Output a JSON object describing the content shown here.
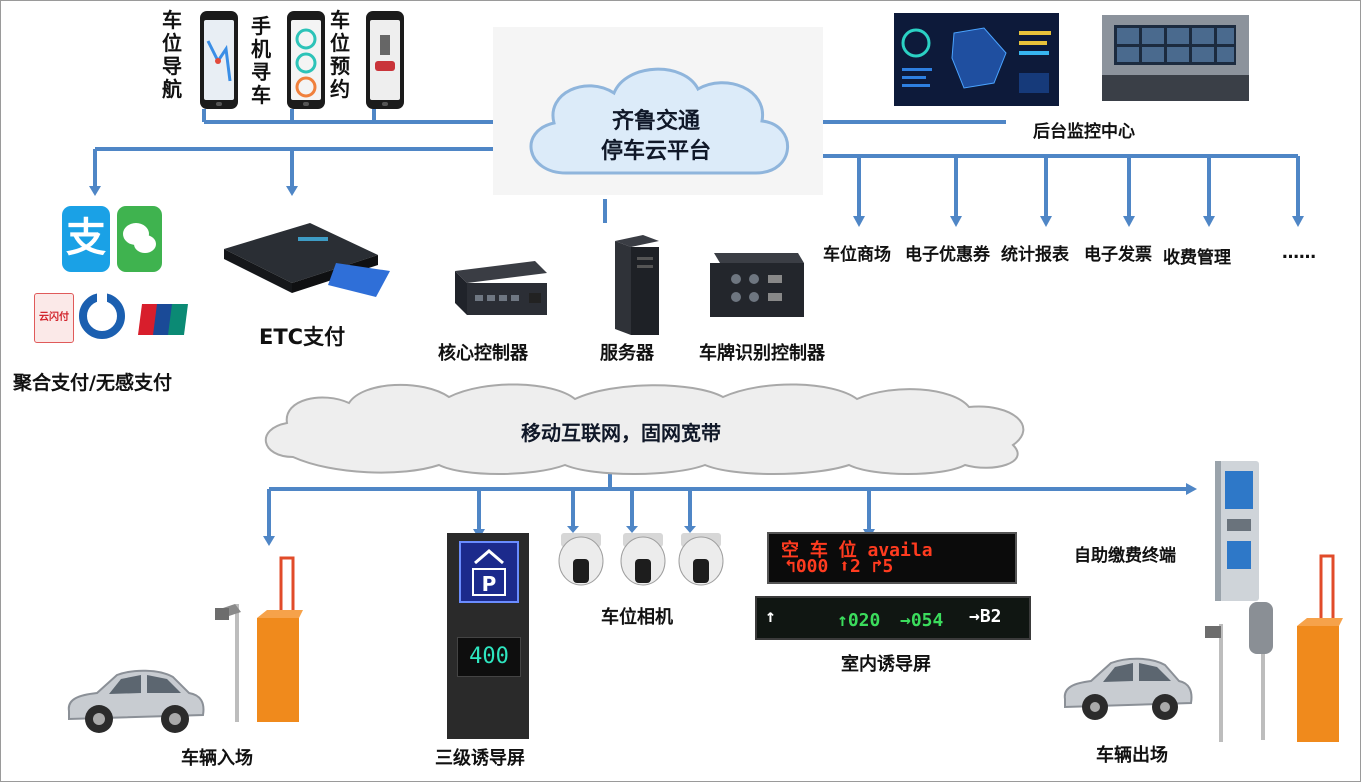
{
  "cloud_platform": {
    "line1": "齐鲁交通",
    "line2": "停车云平台"
  },
  "network_cloud": {
    "label": "移动互联网，固网宽带"
  },
  "apps": {
    "nav": "车位导航",
    "find_car": "手机寻车",
    "reserve": "车位预约"
  },
  "monitor_center": "后台监控中心",
  "services": [
    "车位商场",
    "电子优惠券",
    "统计报表",
    "电子发票",
    "收费管理",
    "……"
  ],
  "payment": {
    "aggregate": "聚合支付/无感支付",
    "etc": "ETC支付",
    "icon_alipay": "支",
    "icon_unionpay": "云闪付"
  },
  "devices": {
    "core_controller": "核心控制器",
    "server": "服务器",
    "plate_controller": "车牌识别控制器"
  },
  "field": {
    "entry": "车辆入场",
    "guide3": "三级诱导屏",
    "space_camera": "车位相机",
    "indoor_guide": "室内诱导屏",
    "self_pay": "自助缴费终端",
    "exit": "车辆出场"
  },
  "guide3_panel": {
    "count": "400"
  },
  "led_board": {
    "top_text": "空 车 位 availa",
    "bottom_text": "↰000 ⬆2   ↱5"
  },
  "indoor_board": {
    "left": "↑",
    "mid1": "↑020",
    "mid2": "→054",
    "right": "→B2"
  },
  "colors": {
    "wire": "#4f86c6",
    "cloud_fill": "#dcebf9",
    "net_cloud_fill": "#eeeeee",
    "barrier": "#f08a1c",
    "led_text": "#ff3b1f"
  }
}
